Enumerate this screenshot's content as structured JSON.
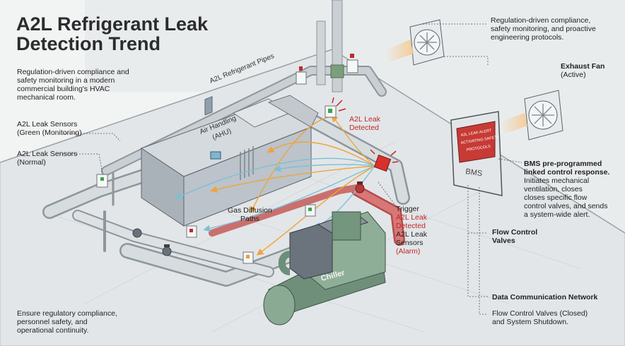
{
  "title": {
    "line1": "A2L Refrigerant Leak",
    "line2": "Detection Trend"
  },
  "intro": {
    "line1": "Regulation-driven compliance and",
    "line2": "safety monitoring in a modern",
    "line3": "commercial building's HVAC",
    "line4": "mechanical room."
  },
  "labels": {
    "sensors_green": {
      "line1": "A2L Leak Sensors",
      "line2": "(Green (Monitoring)"
    },
    "sensors_normal": {
      "line1": "A2L Leak Sensors",
      "line2": "(Normal)"
    },
    "pipes": "A2L Refrigerant Pipes",
    "ahu": {
      "line1": "Air Handling",
      "line2": "(AHU)"
    },
    "leak_detected": {
      "line1": "A2L Leak",
      "line2": "Detected"
    },
    "gas_paths": {
      "line1": "Gas Diffusion",
      "line2": "Paths"
    },
    "trigger": {
      "line1": "Trigger",
      "line2": "A2L Leak",
      "line3": "Detected",
      "line4": "A2L Leak",
      "line5": "Sensors",
      "line6": "(Alarm)"
    },
    "chiller": "Chiller",
    "bms": "BMS",
    "bms_screen": {
      "line1": "A2L LEAK ALERT",
      "line2": "ACTIVATING SAFETY",
      "line3": "PROTOCOLS"
    }
  },
  "right": {
    "compliance": {
      "line1": "Regulation-driven compliance,",
      "line2": "safety monitoring, and proactive",
      "line3": "engineering protocols."
    },
    "exhaust": {
      "line1": "Exhaust Fan",
      "line2": "(Active)"
    },
    "bms_response": {
      "line1": "BMS pre-programmed",
      "line2": "linked control response.",
      "line3": "Initiates mechanical",
      "line4": "ventilation, closes",
      "line5": "closes specific flow",
      "line6": "control valves, and sends",
      "line7": "a system-wide alert."
    },
    "flow_valves": {
      "line1": "Flow Control",
      "line2": "Valves"
    },
    "network": "Data Communication Network",
    "closed": {
      "line1": "Flow Control Valves (Closed)",
      "line2": "and System Shutdown."
    }
  },
  "footer": {
    "line1": "Ensure regulatory compliance,",
    "line2": "personnel safety, and",
    "line3": "operational continuity."
  },
  "colors": {
    "alarm_red": "#c0282a",
    "sensor_green": "#3fa34d",
    "gas_orange": "#f0a43a",
    "gas_blue": "#7cc0d8",
    "chiller_green": "#7fa08a",
    "ahu_gray": "#b9bfc6"
  }
}
